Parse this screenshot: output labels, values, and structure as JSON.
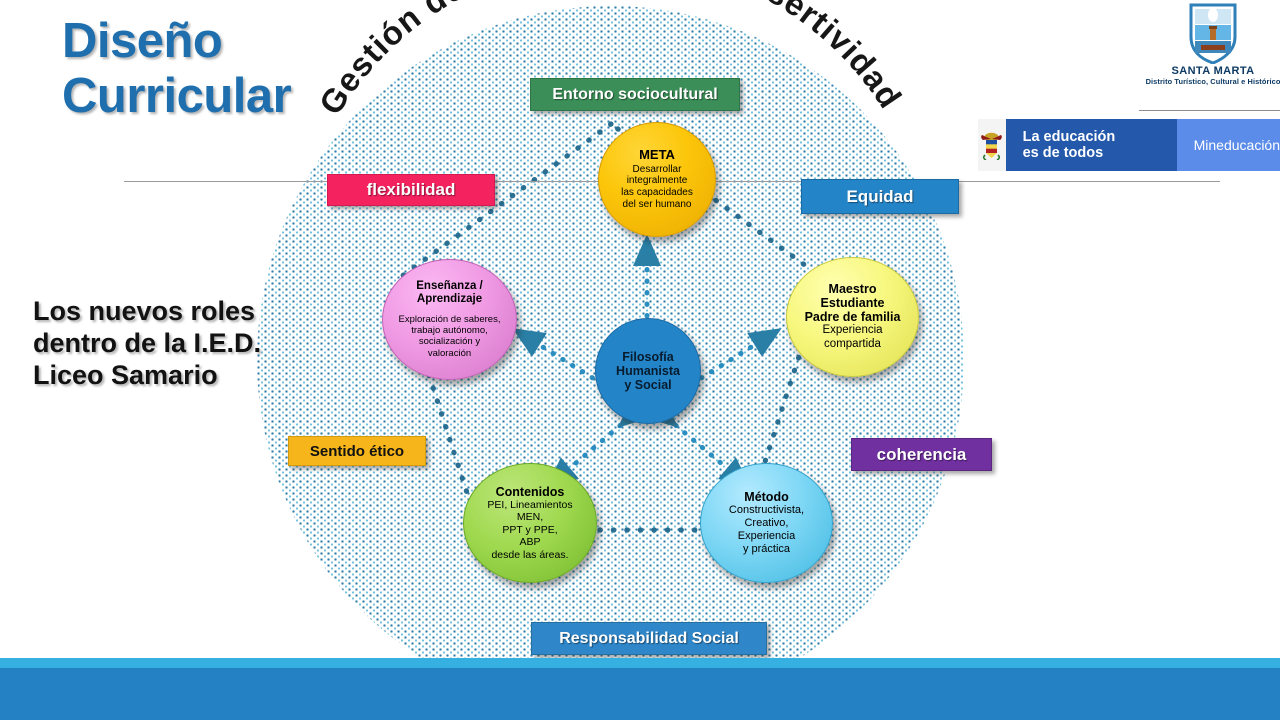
{
  "slide": {
    "title_line1": "Diseño",
    "title_line2": "Curricular",
    "subtitle": "Los nuevos roles dentro de la I.E.D. Liceo Samario",
    "arc_text": "Gestión de las emociones y asertividad"
  },
  "labels": {
    "entorno": "Entorno  sociocultural",
    "responsabilidad": "Responsabilidad  Social",
    "flexibilidad": "flexibilidad",
    "equidad": "Equidad",
    "sentido_etico": "Sentido ético",
    "coherencia": "coherencia"
  },
  "center": {
    "line1": "Filosofía",
    "line2": "Humanista",
    "line3": "y Social"
  },
  "nodes": [
    {
      "key": "meta",
      "heading": "META",
      "body_lines": [
        "Desarrollar",
        "integralmente",
        "las capacidades",
        "del ser humano"
      ],
      "color": "#fcc60a"
    },
    {
      "key": "ensenanza",
      "heading_lines": [
        "Enseñanza /",
        "Aprendizaje"
      ],
      "body_lines": [
        "Exploración de saberes,",
        "trabajo autónomo,",
        "socialización y",
        "valoración"
      ],
      "color": "#f09ae4"
    },
    {
      "key": "maestro",
      "heading_lines": [
        "Maestro",
        "Estudiante",
        "Padre de familia"
      ],
      "body_lines": [
        "Experiencia",
        "compartida"
      ],
      "color": "#f7f77e"
    },
    {
      "key": "contenidos",
      "heading": "Contenidos",
      "body_lines": [
        "PEI,  Lineamientos",
        "MEN,",
        "PPT  y PPE,",
        "ABP",
        "desde las áreas."
      ],
      "color": "#9fd94f"
    },
    {
      "key": "metodo",
      "heading": "Método",
      "body_lines": [
        "Constructivista,",
        "Creativo,",
        "Experiencia",
        "y práctica"
      ],
      "color": "#7ed7f5"
    }
  ],
  "logos": {
    "santa_marta_name": "SANTA MARTA",
    "santa_marta_sub": "Distrito Turístico, Cultural e Histórico",
    "mineducacion_slogan_line1": "La educación",
    "mineducacion_slogan_line2": "es de todos",
    "mineducacion_name": "Mineducación"
  },
  "colors": {
    "title_blue": "#1f6fae",
    "bottom_bar": "#2481c4",
    "bottom_strip": "#35b0e0",
    "pink": "#f4225f",
    "purple": "#7030a0",
    "green": "#3b8e57",
    "amber": "#f5b51b",
    "blue": "#2484c8"
  }
}
